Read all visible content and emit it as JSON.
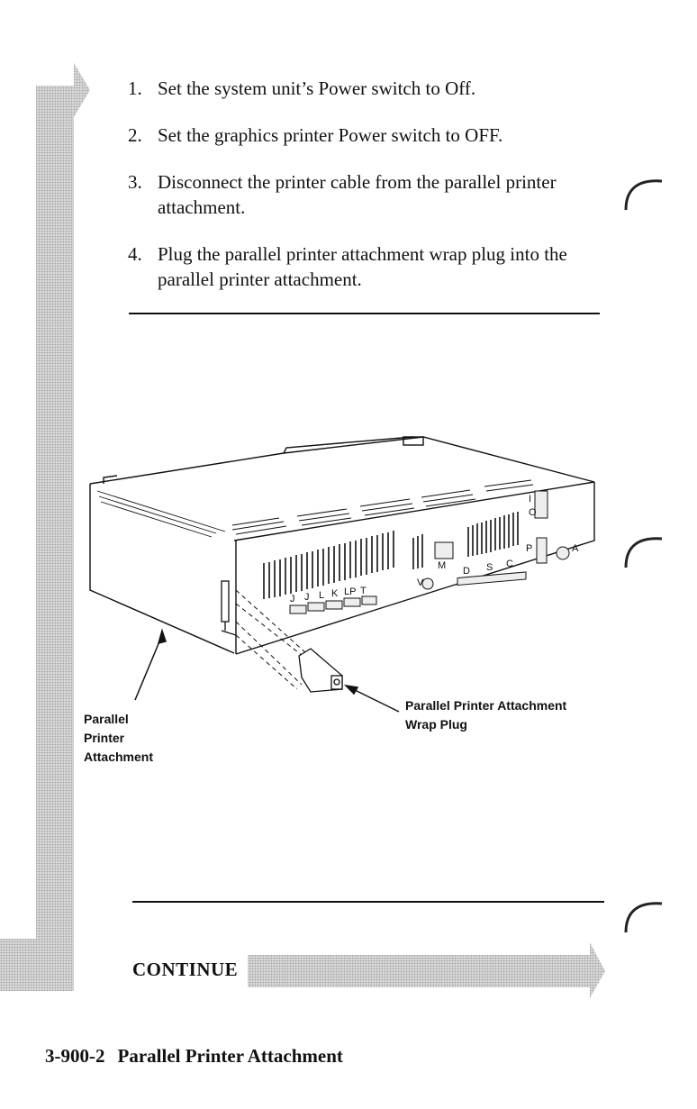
{
  "steps": [
    {
      "number": "1.",
      "text": "Set the system unit’s Power switch to Off."
    },
    {
      "number": "2.",
      "text": "Set the graphics printer Power switch to OFF."
    },
    {
      "number": "3.",
      "text": "Disconnect the printer cable from the parallel printer attachment."
    },
    {
      "number": "4.",
      "text": "Plug the parallel printer attachment wrap plug into the parallel printer attachment."
    }
  ],
  "figure": {
    "callout_left": "Parallel\nPrinter\nAttachment",
    "callout_right": "Parallel Printer Attachment\nWrap Plug",
    "connector_labels": {
      "j1": "J",
      "j2": "J",
      "l": "L",
      "k": "K",
      "lp": "LP",
      "t": "T",
      "m": "M",
      "v": "V",
      "d": "D",
      "s": "S",
      "c": "C",
      "p": "P",
      "a": "A",
      "switch_on": "I",
      "switch_off": "O"
    }
  },
  "continue_label": "CONTINUE",
  "footer": {
    "page_ref": "3-900-2",
    "section_title": "Parallel Printer Attachment"
  }
}
